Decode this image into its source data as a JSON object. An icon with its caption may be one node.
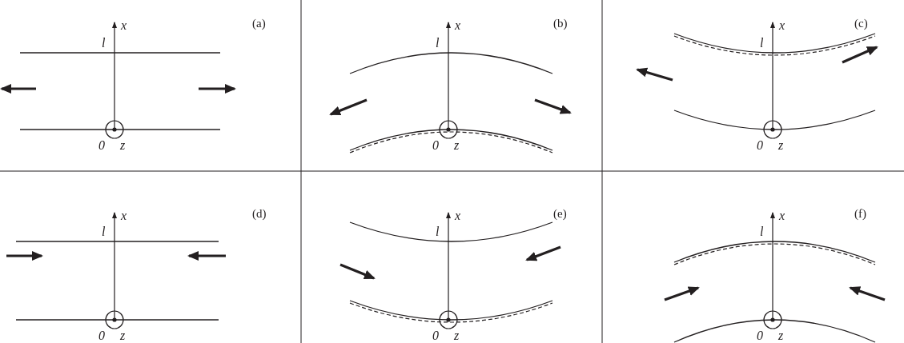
{
  "diagram": {
    "labels": [
      "(a)",
      "x",
      "l",
      "0",
      "z",
      "(b)",
      "x",
      "l",
      "0",
      "z",
      "(c)",
      "x",
      "l",
      "0",
      "z",
      "(d)",
      "x",
      "l",
      "0",
      "z",
      "(e)",
      "x",
      "l",
      "0",
      "z",
      "(f)",
      "x",
      "l",
      "0",
      "z"
    ]
  }
}
